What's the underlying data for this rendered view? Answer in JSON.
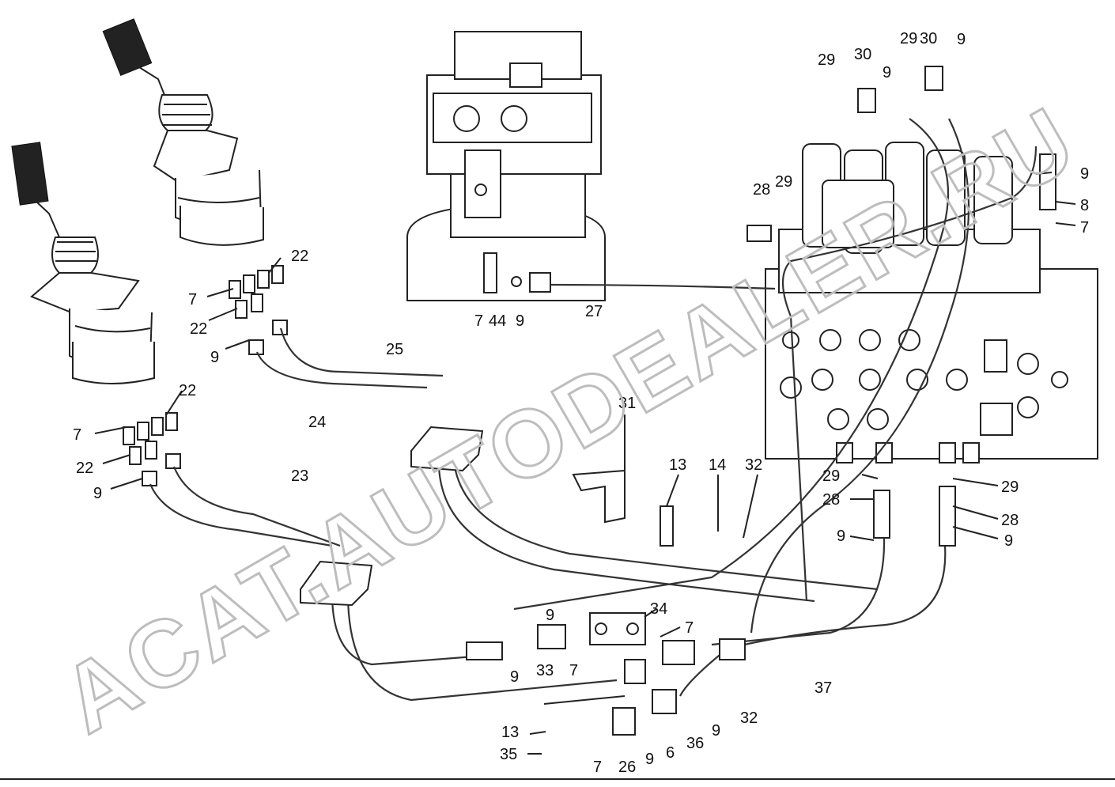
{
  "diagram": {
    "labels": [
      {
        "id": "lbl-22-a",
        "text": "22"
      },
      {
        "id": "lbl-7-a",
        "text": "7"
      },
      {
        "id": "lbl-22-b",
        "text": "22"
      },
      {
        "id": "lbl-9-a",
        "text": "9"
      },
      {
        "id": "lbl-22-c",
        "text": "22"
      },
      {
        "id": "lbl-7-b",
        "text": "7"
      },
      {
        "id": "lbl-22-d",
        "text": "22"
      },
      {
        "id": "lbl-9-b",
        "text": "9"
      },
      {
        "id": "lbl-25",
        "text": "25"
      },
      {
        "id": "lbl-24",
        "text": "24"
      },
      {
        "id": "lbl-23",
        "text": "23"
      },
      {
        "id": "lbl-7-c",
        "text": "7"
      },
      {
        "id": "lbl-44",
        "text": "44"
      },
      {
        "id": "lbl-9-c",
        "text": "9"
      },
      {
        "id": "lbl-27",
        "text": "27"
      },
      {
        "id": "lbl-29-a",
        "text": "29"
      },
      {
        "id": "lbl-30-a",
        "text": "30"
      },
      {
        "id": "lbl-9-d",
        "text": "9"
      },
      {
        "id": "lbl-29-b",
        "text": "29"
      },
      {
        "id": "lbl-30-b",
        "text": "30"
      },
      {
        "id": "lbl-9-e",
        "text": "9"
      },
      {
        "id": "lbl-28-a",
        "text": "28"
      },
      {
        "id": "lbl-29-c",
        "text": "29"
      },
      {
        "id": "lbl-9-f",
        "text": "9"
      },
      {
        "id": "lbl-8",
        "text": "8"
      },
      {
        "id": "lbl-7-d",
        "text": "7"
      },
      {
        "id": "lbl-31",
        "text": "31"
      },
      {
        "id": "lbl-13-a",
        "text": "13"
      },
      {
        "id": "lbl-14",
        "text": "14"
      },
      {
        "id": "lbl-32-a",
        "text": "32"
      },
      {
        "id": "lbl-29-d",
        "text": "29"
      },
      {
        "id": "lbl-28-b",
        "text": "28"
      },
      {
        "id": "lbl-9-g",
        "text": "9"
      },
      {
        "id": "lbl-29-e",
        "text": "29"
      },
      {
        "id": "lbl-28-c",
        "text": "28"
      },
      {
        "id": "lbl-9-h",
        "text": "9"
      },
      {
        "id": "lbl-34",
        "text": "34"
      },
      {
        "id": "lbl-9-i",
        "text": "9"
      },
      {
        "id": "lbl-7-e",
        "text": "7"
      },
      {
        "id": "lbl-9-j",
        "text": "9"
      },
      {
        "id": "lbl-33",
        "text": "33"
      },
      {
        "id": "lbl-7-f",
        "text": "7"
      },
      {
        "id": "lbl-37",
        "text": "37"
      },
      {
        "id": "lbl-36",
        "text": "36"
      },
      {
        "id": "lbl-9-k",
        "text": "9"
      },
      {
        "id": "lbl-32-b",
        "text": "32"
      },
      {
        "id": "lbl-13-b",
        "text": "13"
      },
      {
        "id": "lbl-35",
        "text": "35"
      },
      {
        "id": "lbl-7-g",
        "text": "7"
      },
      {
        "id": "lbl-26",
        "text": "26"
      },
      {
        "id": "lbl-9-l",
        "text": "9"
      },
      {
        "id": "lbl-6",
        "text": "6"
      }
    ],
    "watermark": "ACAT.AUTODEALER.RU"
  }
}
